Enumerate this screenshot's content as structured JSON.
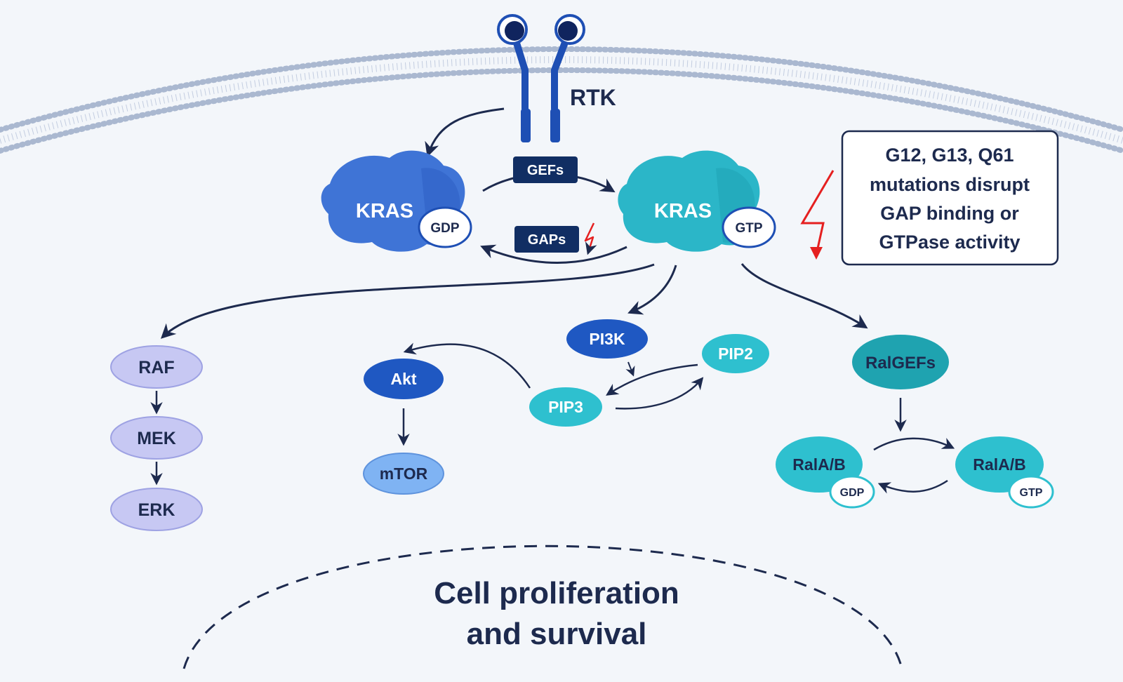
{
  "receptor": {
    "label": "RTK"
  },
  "kras_gdp": {
    "label": "KRAS",
    "badge": "GDP"
  },
  "kras_gtp": {
    "label": "KRAS",
    "badge": "GTP"
  },
  "gefs": {
    "label": "GEFs"
  },
  "gaps": {
    "label": "GAPs"
  },
  "mutation_note": {
    "lines": [
      "G12, G13, Q61",
      "mutations disrupt",
      "GAP binding or",
      "GTPase activity"
    ]
  },
  "mapk": {
    "raf": "RAF",
    "mek": "MEK",
    "erk": "ERK"
  },
  "pi3k_branch": {
    "pi3k": "PI3K",
    "pip2": "PIP2",
    "pip3": "PIP3",
    "akt": "Akt",
    "mtor": "mTOR"
  },
  "ral_branch": {
    "ralgefs": "RalGEFs",
    "ral_gdp": "RalA/B",
    "ral_gdp_badge": "GDP",
    "ral_gtp": "RalA/B",
    "ral_gtp_badge": "GTP"
  },
  "outcome": {
    "line1": "Cell proliferation",
    "line2": "and survival"
  },
  "colors": {
    "background": "#f3f6fa",
    "membrane": "#aab8d0",
    "receptor": "#1e4fb4",
    "kras_gdp": "#3f74d6",
    "kras_gtp": "#2bb6c8",
    "arrow": "#1d2a4e",
    "mutation": "#e52020",
    "mapk_node": "#c7c8f3",
    "teal_node": "#2ec0cf"
  }
}
